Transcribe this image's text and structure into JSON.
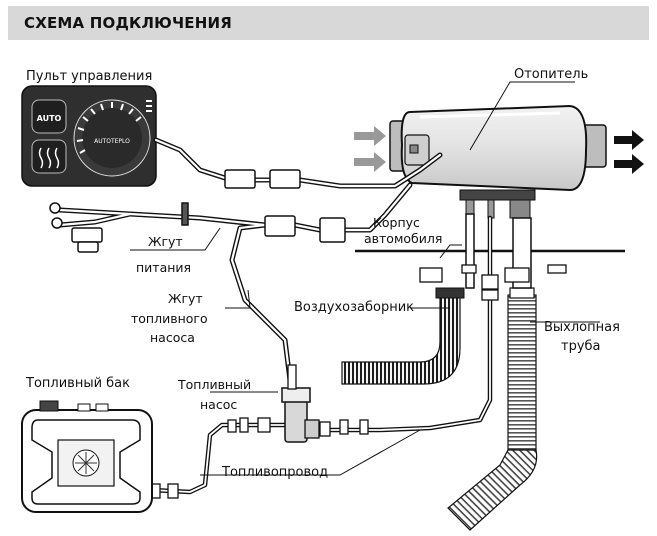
{
  "header": {
    "title": "СХЕМА ПОДКЛЮЧЕНИЯ"
  },
  "labels": {
    "control_panel": "Пульт управления",
    "heater": "Отопитель",
    "vehicle_body_1": "Корпус",
    "vehicle_body_2": "автомобиля",
    "power_harness_1": "Жгут",
    "power_harness_2": "питания",
    "pump_harness_1": "Жгут",
    "pump_harness_2": "топливного",
    "pump_harness_3": "насоса",
    "air_intake": "Воздухозаборник",
    "exhaust_1": "Выхлопная",
    "exhaust_2": "труба",
    "fuel_tank": "Топливный бак",
    "fuel_pump_1": "Топливный",
    "fuel_pump_2": "насос",
    "fuel_line": "Топливопровод"
  },
  "panel": {
    "auto_label": "AUTO",
    "brand": "AUTOTEPLO"
  },
  "colors": {
    "header_bg": "#d8d8d8",
    "device_dark": "#2e2e2e",
    "heater_body": "#e6e6e6",
    "arrow_grey": "#999999"
  }
}
